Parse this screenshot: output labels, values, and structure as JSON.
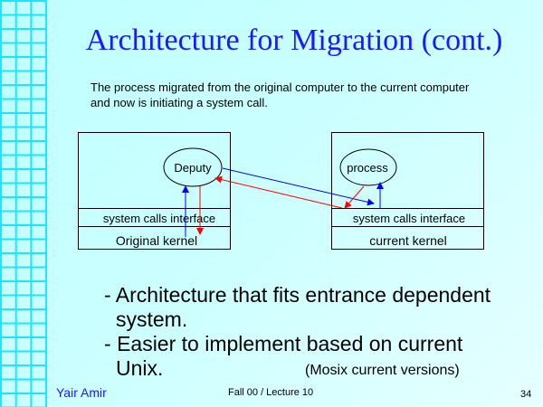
{
  "title": "Architecture for Migration (cont.)",
  "intro": "The process migrated from the original computer to the current computer and now is initiating a system call.",
  "diagram": {
    "left": {
      "node": "Deputy",
      "interface": "system calls interface",
      "kernel": "Original kernel"
    },
    "right": {
      "node": "process",
      "interface": "system calls interface",
      "kernel": "current kernel"
    },
    "colors": {
      "request": "#0000ff",
      "reply": "#ff0000"
    }
  },
  "bullets": [
    {
      "dash": "-",
      "line1": "Architecture that fits entrance dependent",
      "line2": "system."
    },
    {
      "dash": "-",
      "line1": "Easier to implement based on current",
      "line2": "Unix."
    }
  ],
  "note": "(Mosix current versions)",
  "footer": {
    "author": "Yair Amir",
    "lecture": "Fall 00 / Lecture 10",
    "page": "34"
  }
}
